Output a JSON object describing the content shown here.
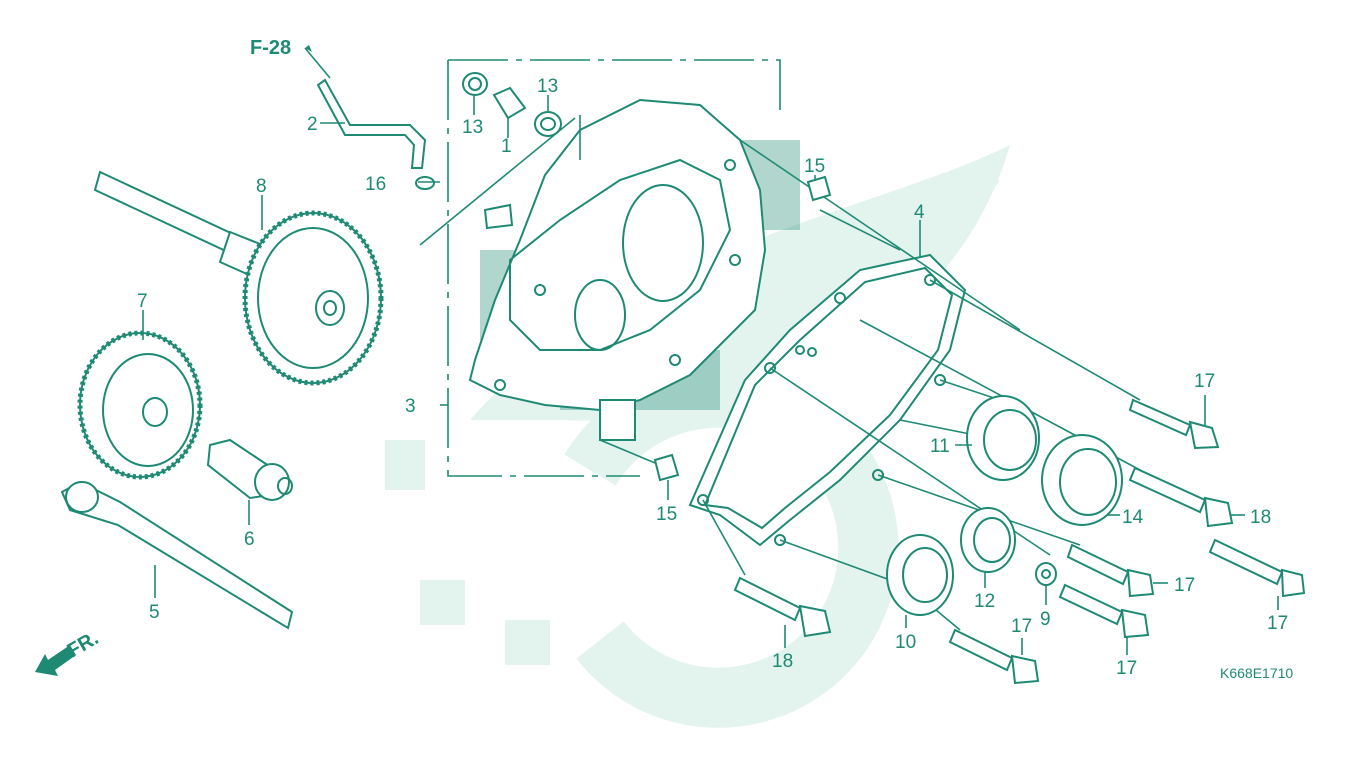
{
  "diagram": {
    "colors": {
      "line": "#1e8a74",
      "watermark": "#e3f3ee",
      "background": "#ffffff"
    },
    "reference_label": "F-28",
    "front_label": "FR.",
    "drawing_code": "K668E1710",
    "callouts": {
      "c1": "1",
      "c2": "2",
      "c3": "3",
      "c4": "4",
      "c5": "5",
      "c6": "6",
      "c7": "7",
      "c8": "8",
      "c9": "9",
      "c10": "10",
      "c11": "11",
      "c12": "12",
      "c13a": "13",
      "c13b": "13",
      "c14": "14",
      "c15a": "15",
      "c15b": "15",
      "c16": "16",
      "c17a": "17",
      "c17b": "17",
      "c17c": "17",
      "c17d": "17",
      "c17e": "17",
      "c18a": "18",
      "c18b": "18"
    },
    "icons": {
      "front_arrow": "arrow-icon",
      "ref_arrow": "arrow-icon",
      "watermark": "gear-leaf-watermark"
    }
  }
}
